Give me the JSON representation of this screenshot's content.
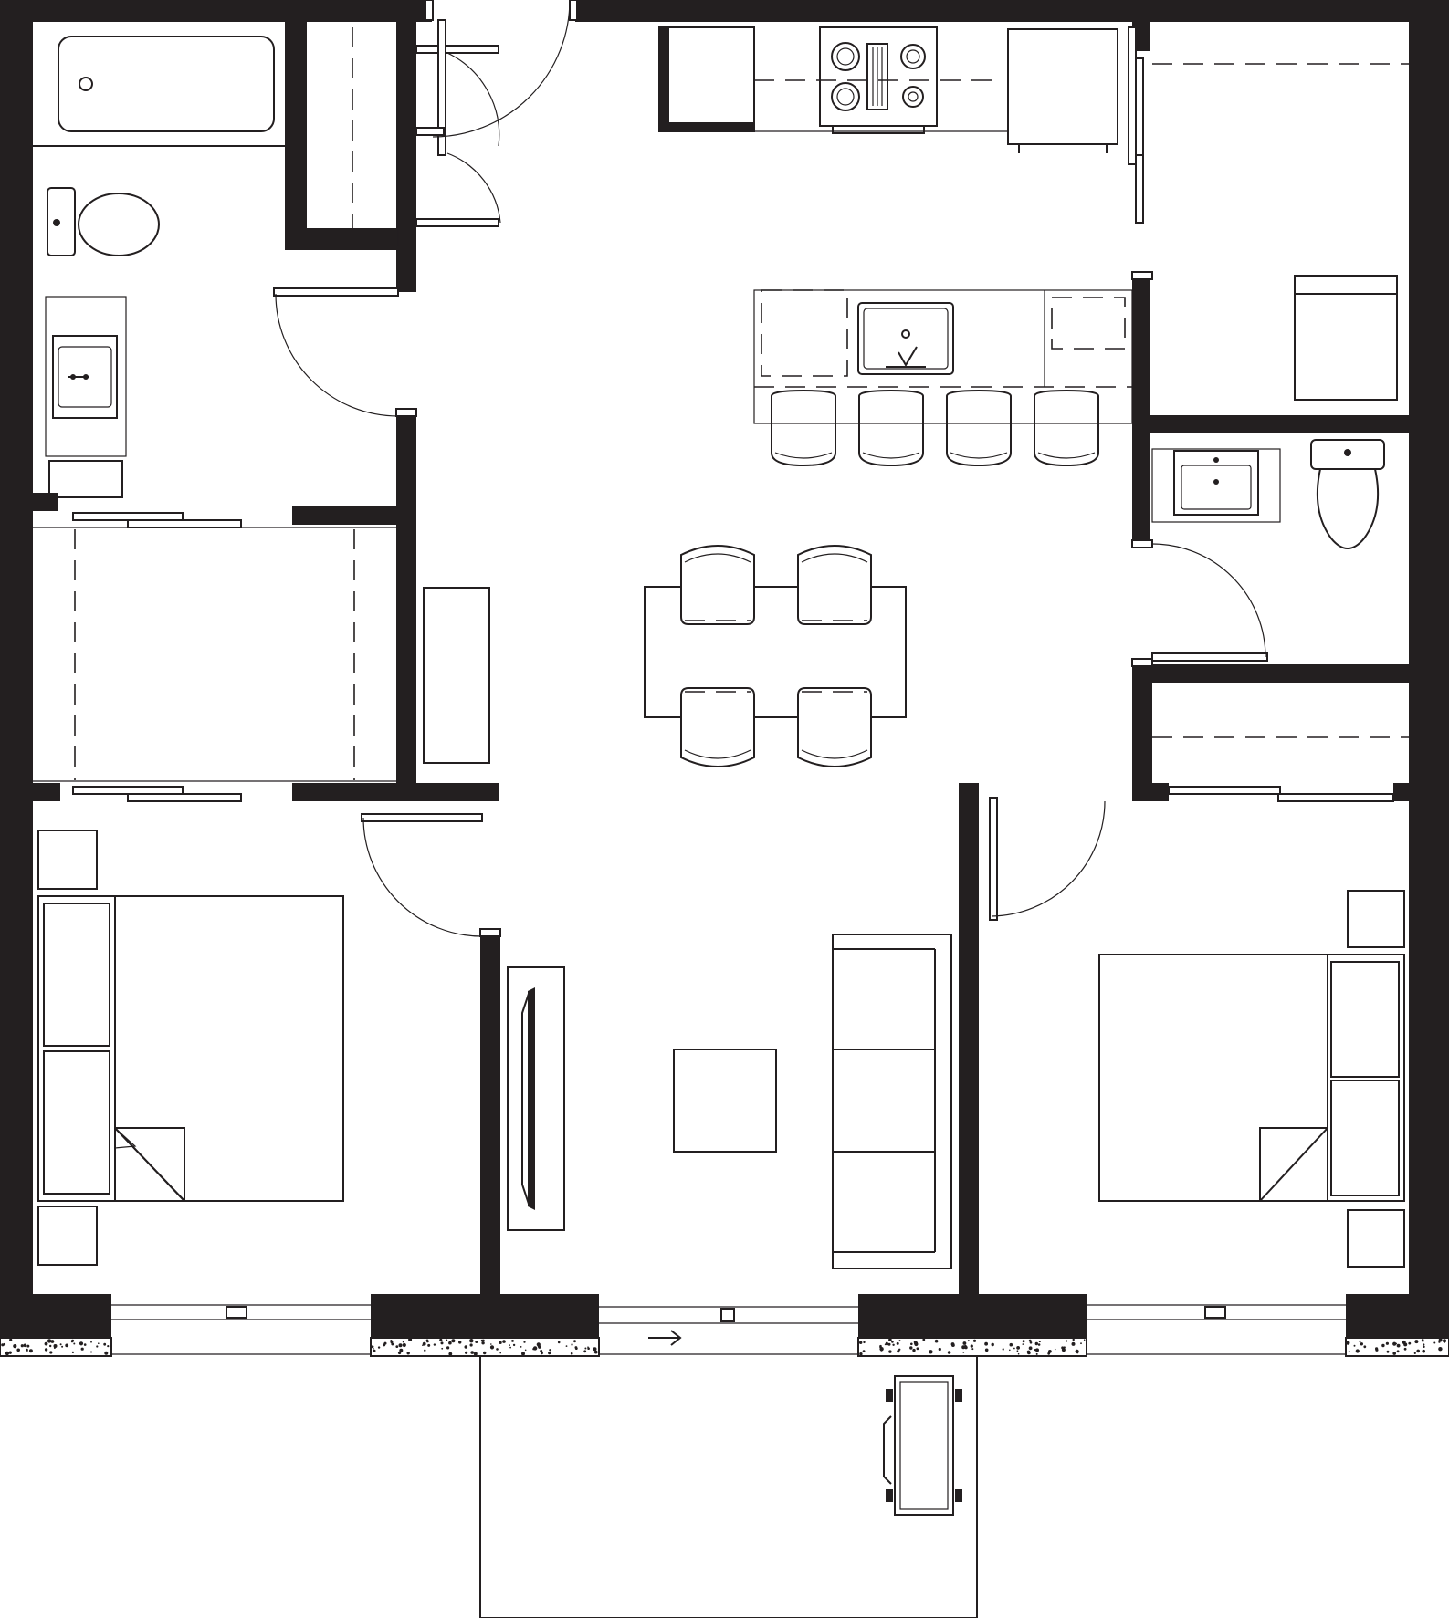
{
  "plan": {
    "type": "apartment floor plan",
    "bedrooms": 2,
    "bathrooms": 2,
    "text_labels": []
  },
  "rooms": [
    {
      "id": "bathroom-1",
      "fixtures": [
        "bathtub",
        "toilet",
        "vanity-sink"
      ]
    },
    {
      "id": "entry-closet",
      "fixtures": [
        "double-bifold-door"
      ]
    },
    {
      "id": "laundry-closet",
      "fixtures": [
        "sliding-doors"
      ]
    },
    {
      "id": "bedroom-1",
      "fixtures": [
        "double-bed",
        "nightstand",
        "nightstand"
      ]
    },
    {
      "id": "kitchen",
      "fixtures": [
        "refrigerator",
        "range",
        "dishwasher",
        "pantry"
      ]
    },
    {
      "id": "island",
      "fixtures": [
        "sink",
        "bar-stool",
        "bar-stool",
        "bar-stool",
        "bar-stool"
      ]
    },
    {
      "id": "dining",
      "fixtures": [
        "dining-table",
        "chair",
        "chair",
        "chair",
        "chair"
      ]
    },
    {
      "id": "living",
      "fixtures": [
        "tv-console",
        "coffee-table",
        "sofa"
      ]
    },
    {
      "id": "bathroom-2",
      "fixtures": [
        "sink",
        "toilet"
      ]
    },
    {
      "id": "bedroom-2",
      "fixtures": [
        "double-bed",
        "nightstand",
        "nightstand",
        "closet"
      ]
    },
    {
      "id": "utility-closet",
      "fixtures": [
        "washer-dryer"
      ]
    },
    {
      "id": "balcony",
      "fixtures": [
        "lounge-chair"
      ]
    }
  ],
  "colors": {
    "wall": "#231f20",
    "background": "#ffffff"
  }
}
